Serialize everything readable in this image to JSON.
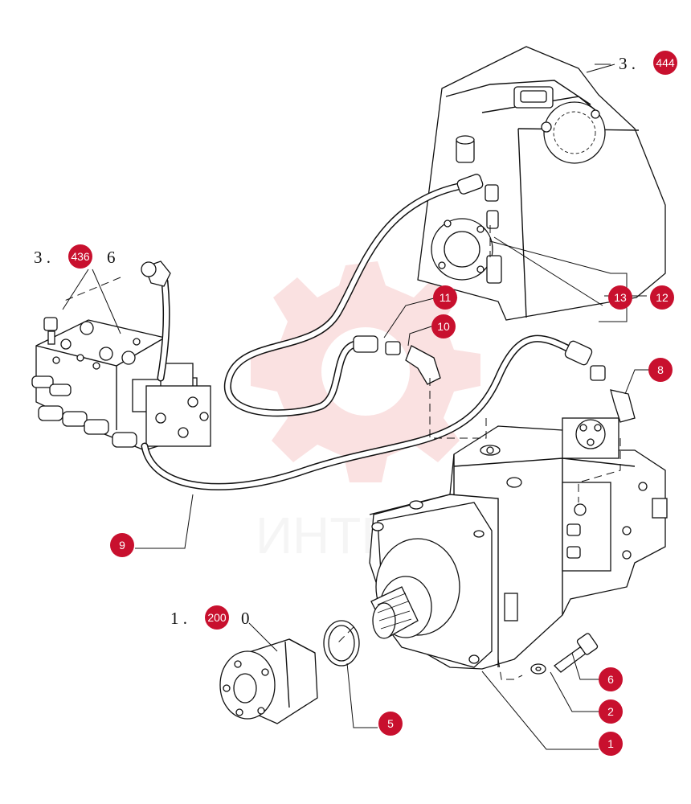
{
  "watermark": {
    "text": "ИНТЕХ",
    "color": "#f6c9c9"
  },
  "badge_color": "#c8102e",
  "references": {
    "ref_3444": {
      "prefix": "3 .",
      "badge": "444"
    },
    "ref_3436": {
      "prefix": "3 .",
      "badge": "436",
      "suffix": "6"
    },
    "ref_1200": {
      "prefix": "1 .",
      "badge": "200",
      "suffix": "0"
    }
  },
  "callouts": [
    "1",
    "2",
    "5",
    "6",
    "8",
    "9",
    "10",
    "11",
    "12",
    "13"
  ]
}
